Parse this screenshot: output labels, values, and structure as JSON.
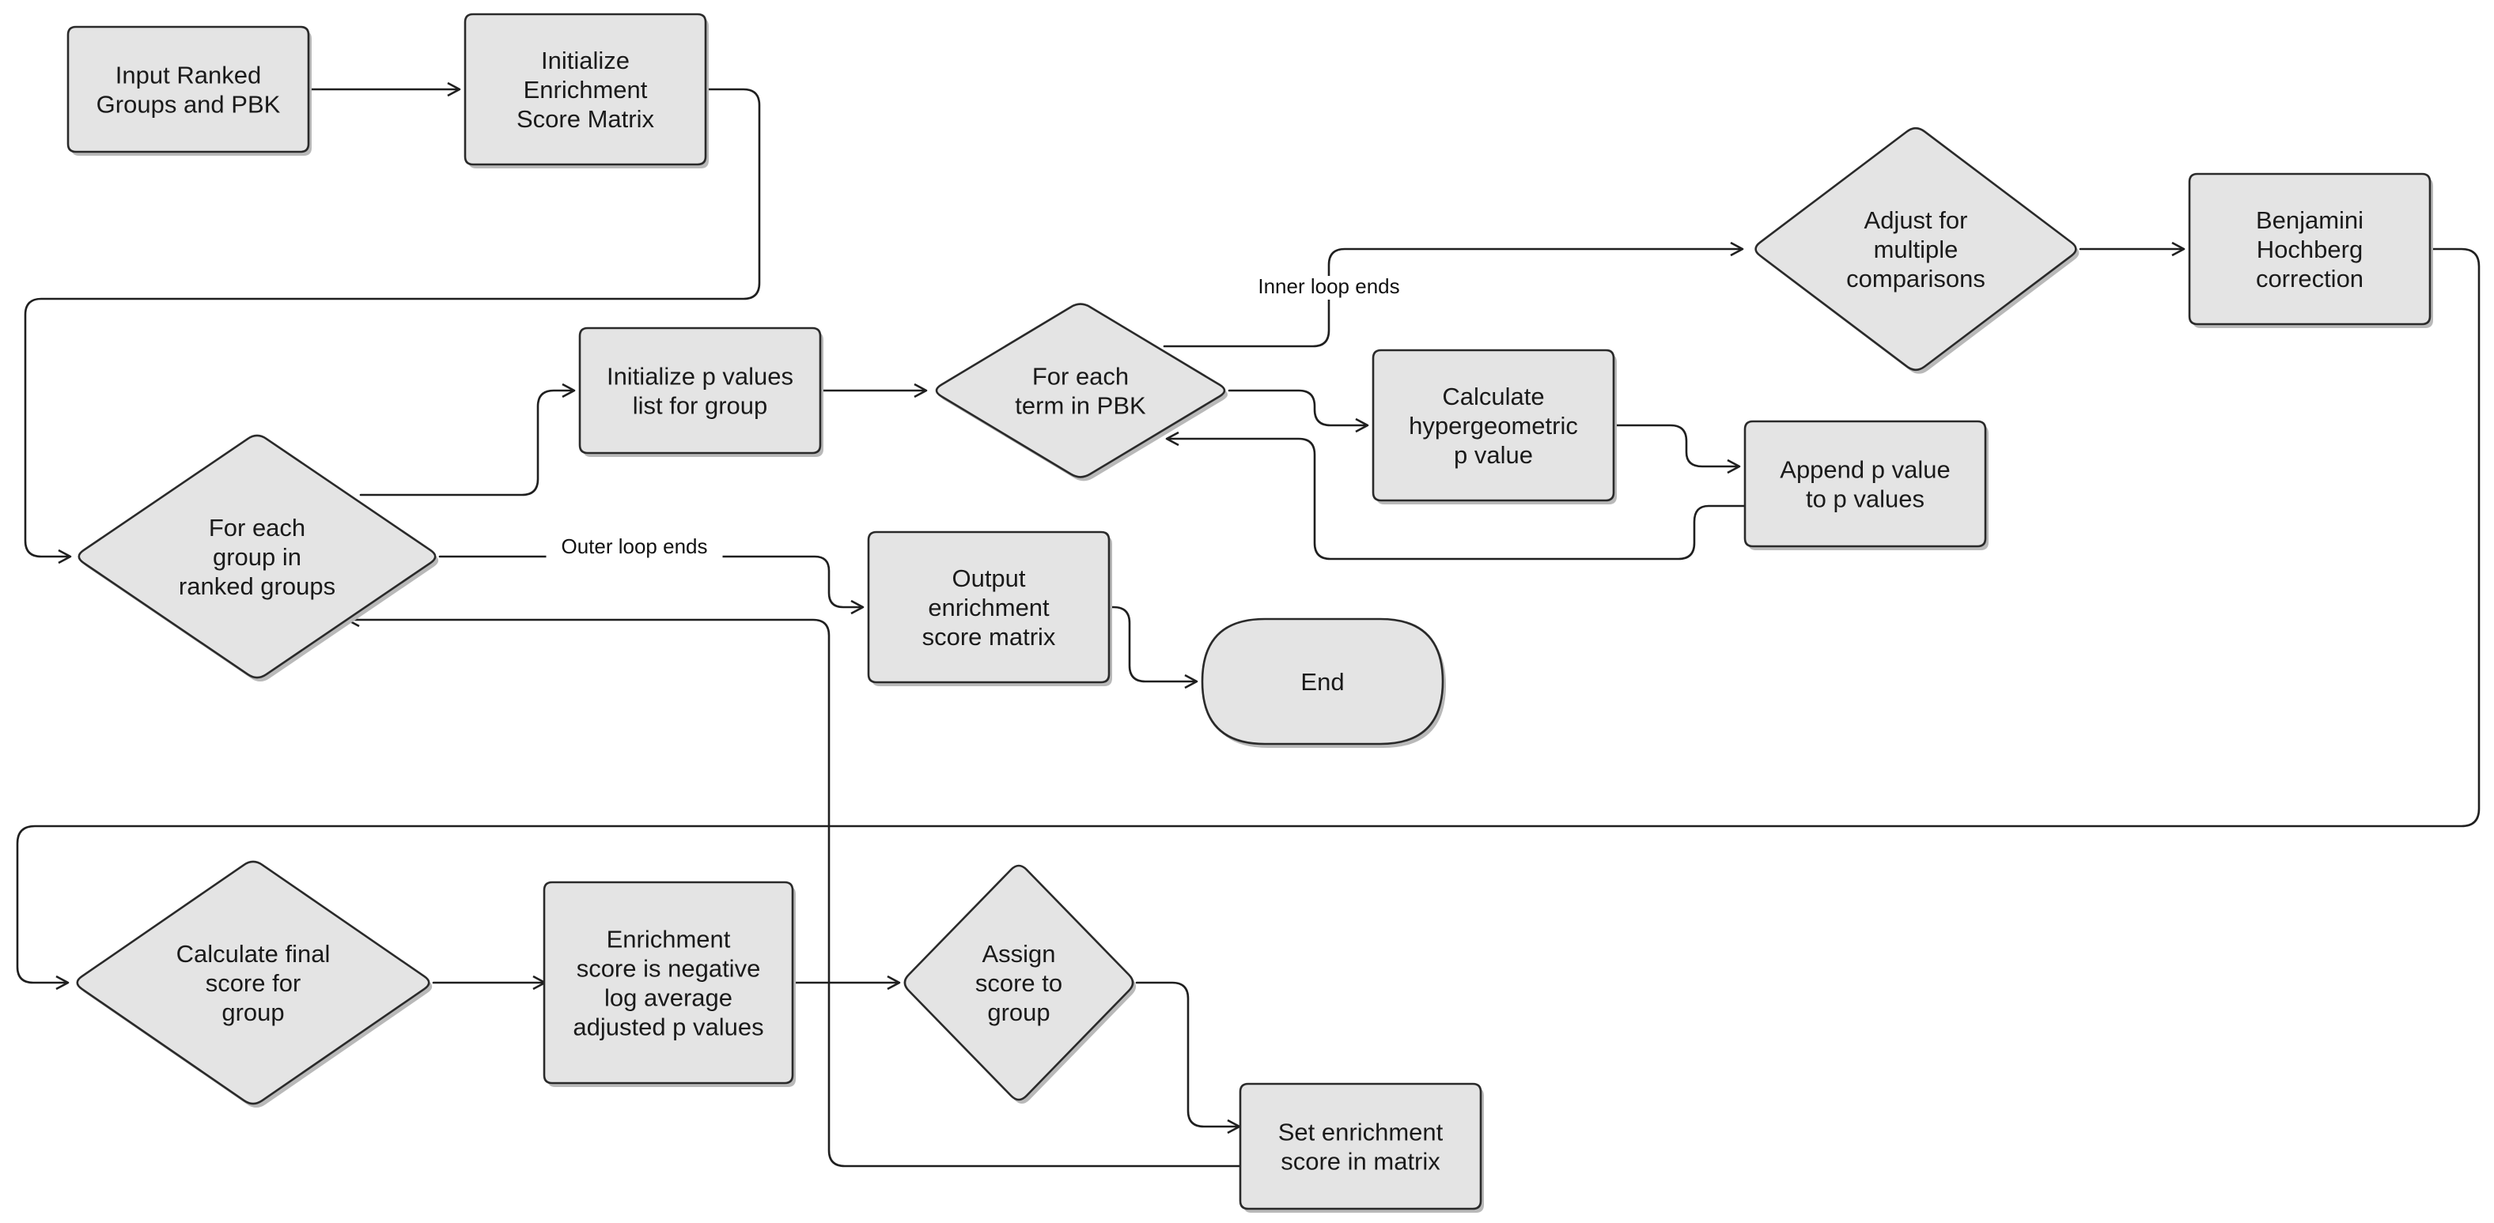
{
  "nodes": {
    "input": {
      "shape": "rect",
      "lines": [
        "Input Ranked",
        "Groups and PBK"
      ]
    },
    "init_matrix": {
      "shape": "rect",
      "lines": [
        "Initialize",
        "Enrichment",
        "Score Matrix"
      ]
    },
    "for_group": {
      "shape": "diamond",
      "lines": [
        "For each",
        "group in",
        "ranked groups"
      ]
    },
    "init_pvals": {
      "shape": "rect",
      "lines": [
        "Initialize p values",
        "list for group"
      ]
    },
    "for_term": {
      "shape": "diamond",
      "lines": [
        "For each",
        "term in PBK"
      ]
    },
    "calc_hyper": {
      "shape": "rect",
      "lines": [
        "Calculate",
        "hypergeometric",
        "p value"
      ]
    },
    "append": {
      "shape": "rect",
      "lines": [
        "Append p value",
        "to p values"
      ]
    },
    "adjust": {
      "shape": "diamond",
      "lines": [
        "Adjust for",
        "multiple",
        "comparisons"
      ]
    },
    "bh": {
      "shape": "rect",
      "lines": [
        "Benjamini",
        "Hochberg",
        "correction"
      ]
    },
    "output": {
      "shape": "rect",
      "lines": [
        "Output",
        "enrichment",
        "score matrix"
      ]
    },
    "end": {
      "shape": "pill",
      "lines": [
        "End"
      ]
    },
    "final_score": {
      "shape": "diamond",
      "lines": [
        "Calculate final",
        "score for",
        "group"
      ]
    },
    "neg_log": {
      "shape": "rect",
      "lines": [
        "Enrichment",
        "score is negative",
        "log average",
        "adjusted p values"
      ]
    },
    "assign": {
      "shape": "diamond",
      "lines": [
        "Assign",
        "score to",
        "group"
      ]
    },
    "set_score": {
      "shape": "rect",
      "lines": [
        "Set enrichment",
        "score in matrix"
      ]
    }
  },
  "edges": [
    {
      "from": "input",
      "to": "init_matrix"
    },
    {
      "from": "init_matrix",
      "to": "for_group"
    },
    {
      "from": "for_group",
      "to": "init_pvals"
    },
    {
      "from": "for_group",
      "to": "output",
      "label": "Outer loop ends"
    },
    {
      "from": "init_pvals",
      "to": "for_term"
    },
    {
      "from": "for_term",
      "to": "calc_hyper"
    },
    {
      "from": "for_term",
      "to": "adjust",
      "label": "Inner loop ends"
    },
    {
      "from": "calc_hyper",
      "to": "append"
    },
    {
      "from": "append",
      "to": "for_term"
    },
    {
      "from": "adjust",
      "to": "bh"
    },
    {
      "from": "bh",
      "to": "final_score"
    },
    {
      "from": "output",
      "to": "end"
    },
    {
      "from": "final_score",
      "to": "neg_log"
    },
    {
      "from": "neg_log",
      "to": "assign"
    },
    {
      "from": "assign",
      "to": "set_score"
    },
    {
      "from": "set_score",
      "to": "for_group"
    }
  ]
}
